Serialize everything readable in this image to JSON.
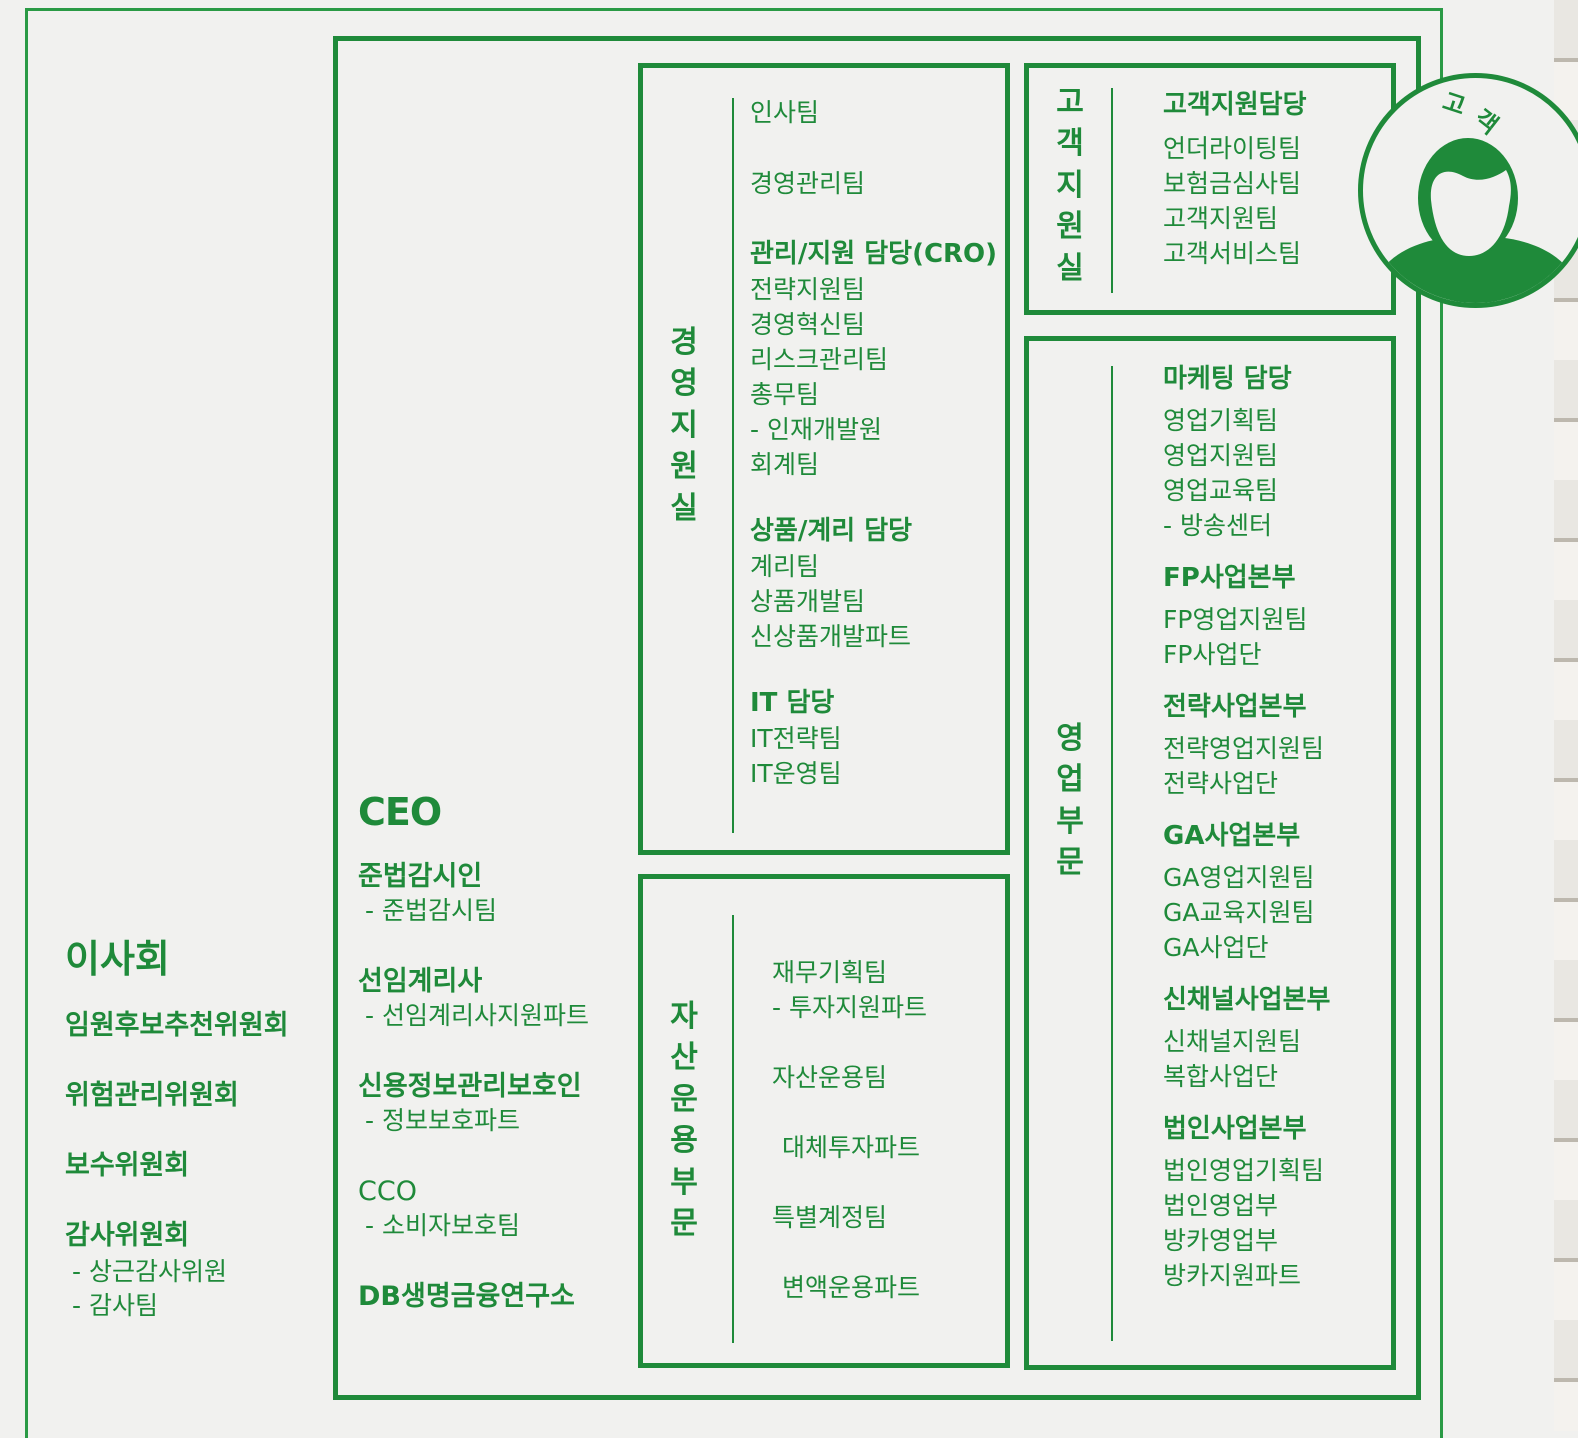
{
  "board": {
    "title": "이사회",
    "committees": [
      "임원후보추천위원회",
      "위험관리위원회",
      "보수위원회",
      "감사위원회"
    ],
    "audit_sub": [
      "- 상근감사위원",
      "- 감사팀"
    ]
  },
  "ceo": {
    "title": "CEO",
    "items": [
      {
        "head": "준법감시인",
        "sub": "- 준법감시팀"
      },
      {
        "head": "선임계리사",
        "sub": "- 선임계리사지원파트"
      },
      {
        "head": "신용정보관리보호인",
        "sub": "- 정보보호파트"
      },
      {
        "head": "CCO",
        "sub": "- 소비자보호팀"
      },
      {
        "head": "DB생명금융연구소",
        "sub": ""
      }
    ]
  },
  "mgmt": {
    "title": "경영지원실",
    "teams_top": [
      "인사팀",
      "경영관리팀"
    ],
    "cro": {
      "head": "관리/지원 담당(CRO)",
      "teams": [
        "전략지원팀",
        "경영혁신팀",
        "리스크관리팀",
        "총무팀",
        " - 인재개발원",
        "회계팀"
      ]
    },
    "product": {
      "head": "상품/계리 담당",
      "teams": [
        "계리팀",
        "상품개발팀",
        " 신상품개발파트"
      ]
    },
    "it": {
      "head": "IT 담당",
      "teams": [
        "IT전략팀",
        "IT운영팀"
      ]
    }
  },
  "asset": {
    "title": "자산운용부문",
    "teams": [
      "재무기획팀",
      "- 투자지원파트",
      "자산운용팀",
      "대체투자파트",
      "특별계정팀",
      "변액운용파트"
    ]
  },
  "cs": {
    "title": "고객지원실",
    "head": "고객지원담당",
    "teams": [
      "언더라이팅팀",
      "보험금심사팀",
      "고객지원팀",
      "고객서비스팀"
    ]
  },
  "sales": {
    "title": "영업부문",
    "groups": [
      {
        "head": "마케팅 담당",
        "teams": [
          "영업기획팀",
          "영업지원팀",
          "영업교육팀",
          " - 방송센터"
        ]
      },
      {
        "head": "FP사업본부",
        "teams": [
          "FP영업지원팀",
          "FP사업단"
        ]
      },
      {
        "head": "전략사업본부",
        "teams": [
          "전략영업지원팀",
          "전략사업단"
        ]
      },
      {
        "head": "GA사업본부",
        "teams": [
          "GA영업지원팀",
          "GA교육지원팀",
          "GA사업단"
        ]
      },
      {
        "head": "신채널사업본부",
        "teams": [
          "신채널지원팀",
          "복합사업단"
        ]
      },
      {
        "head": "법인사업본부",
        "teams": [
          "법인영업기획팀",
          "법인영업부",
          "방카영업부",
          " 방카지원파트"
        ]
      }
    ]
  },
  "customer": {
    "label": "고객",
    "chars": [
      "고",
      "객"
    ],
    "icon": "person-icon"
  },
  "colors": {
    "accent": "#1f8a3a",
    "background": "#f1f1ef"
  }
}
